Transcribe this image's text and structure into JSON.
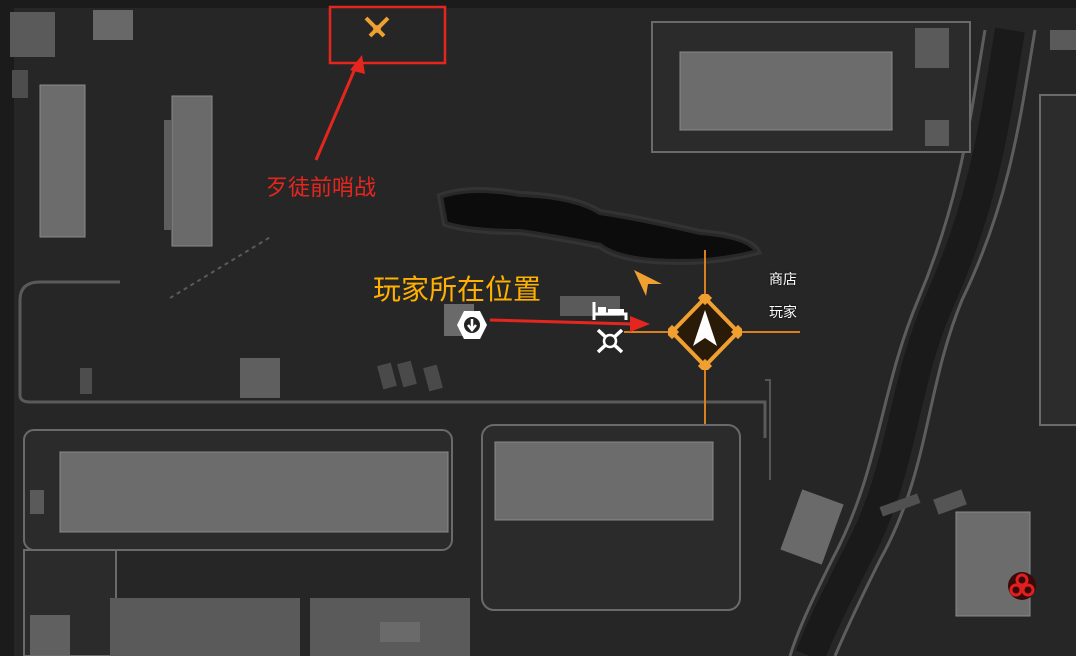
{
  "map": {
    "annotations": {
      "outpost_label": "歹徒前哨战",
      "player_position_label": "玩家所在位置"
    },
    "labels": {
      "shop": "商店",
      "player": "玩家"
    },
    "icons": [
      "bandit-outpost-icon",
      "safe-zone-icon",
      "bed-icon",
      "crossed-tools-icon",
      "player-marker-icon",
      "waypoint-arrow-icon",
      "biohazard-icon"
    ],
    "colors": {
      "annotation_red": "#e5261e",
      "annotation_orange": "#ffb000",
      "marker_orange": "#f0a030",
      "background": "#242424",
      "building": "#6a6a6a"
    }
  }
}
